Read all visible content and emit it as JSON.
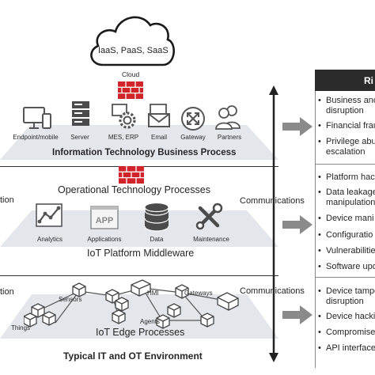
{
  "cloud": {
    "text": "IaaS, PaaS, SaaS",
    "label": "Cloud"
  },
  "it_layer": {
    "items": [
      {
        "label": "Endpoint/mobile",
        "icon": "endpoint-mobile-icon"
      },
      {
        "label": "Server",
        "icon": "server-icon"
      },
      {
        "label": "MES, ERP",
        "icon": "gear-icon"
      },
      {
        "label": "Email",
        "icon": "email-icon"
      },
      {
        "label": "Gateway",
        "icon": "gateway-icon"
      },
      {
        "label": "Partners",
        "icon": "partners-icon"
      }
    ],
    "title": "Information Technology Business Process"
  },
  "ot_layer": {
    "title": "Operational Technology Processes",
    "left_fragment": "tion"
  },
  "platform_layer": {
    "items": [
      {
        "label": "Analytics",
        "icon": "analytics-icon"
      },
      {
        "label": "Applications",
        "icon": "app-icon",
        "icon_text": "APP"
      },
      {
        "label": "Data",
        "icon": "database-icon"
      },
      {
        "label": "Maintenance",
        "icon": "wrench-screwdriver-icon"
      }
    ],
    "title": "IoT Platform Middleware"
  },
  "edge_layer": {
    "labels": {
      "sensors": "Sensors",
      "hmi": "HMI",
      "gateways": "Gateways",
      "agents": "Agents",
      "things": "Things"
    },
    "title": "IoT Edge Processes",
    "left_fragment": "tion"
  },
  "communications": [
    "Communications",
    "Communications"
  ],
  "footer_title": "Typical IT and OT Environment",
  "risks": {
    "header": "Ri",
    "groups": [
      {
        "items": [
          "Business and",
          "disruption",
          "Financial frau",
          "Privilege abu",
          "escalation"
        ]
      },
      {
        "items": [
          "Platform hac",
          "Data leakage",
          "manipulation",
          "Device mani",
          "Configuratio",
          "Vulnerabilitie",
          "Software upd"
        ]
      },
      {
        "items": [
          "Device tampe",
          "disruption",
          "Device hacki",
          "Compromise",
          "API interface"
        ]
      }
    ]
  },
  "colors": {
    "firewall": "#d1232a",
    "plate": "#e4e8ec",
    "risk_header": "#2b2b2b"
  }
}
